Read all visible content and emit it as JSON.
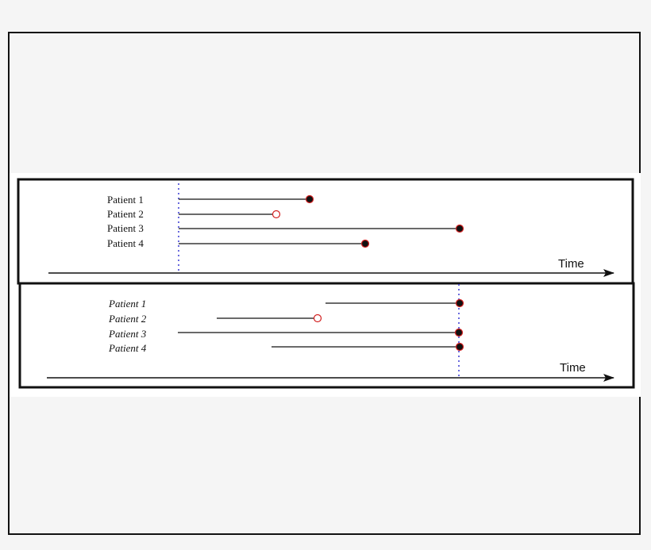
{
  "colors": {
    "line": "#111111",
    "event_fill": "#111111",
    "marker_edge": "#d22020",
    "censored_fill": "#ffffff",
    "reference_line": "#2a2ad0"
  },
  "panels": [
    {
      "axis_label": "Time",
      "label_style": "normal",
      "patients": [
        {
          "label": "Patient 1",
          "marker": "event"
        },
        {
          "label": "Patient 2",
          "marker": "censored"
        },
        {
          "label": "Patient 3",
          "marker": "event"
        },
        {
          "label": "Patient 4",
          "marker": "event"
        }
      ]
    },
    {
      "axis_label": "Time",
      "label_style": "italic",
      "patients": [
        {
          "label": "Patient 1",
          "marker": "event"
        },
        {
          "label": "Patient 2",
          "marker": "censored"
        },
        {
          "label": "Patient 3",
          "marker": "event"
        },
        {
          "label": "Patient 4",
          "marker": "event"
        }
      ]
    }
  ]
}
